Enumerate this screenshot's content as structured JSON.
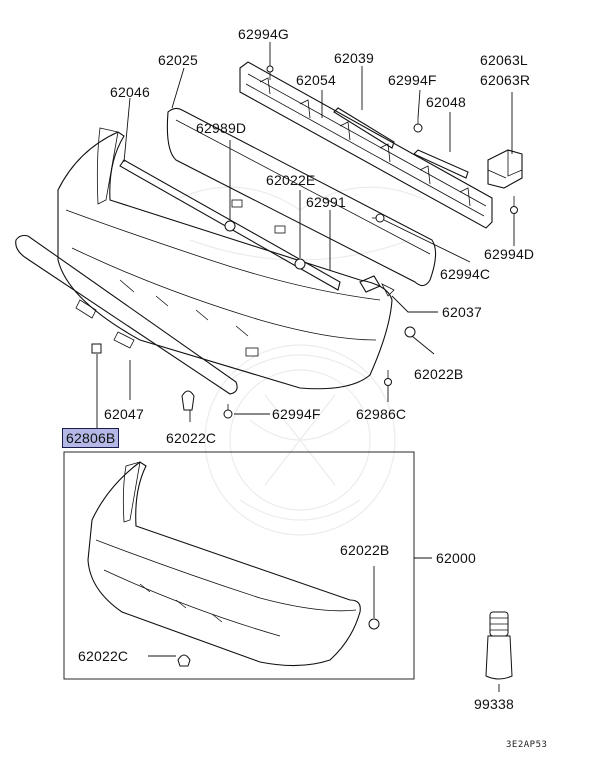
{
  "diagram": {
    "labels": {
      "l62994G": "62994G",
      "l62025": "62025",
      "l62039": "62039",
      "l62063L": "62063L",
      "l62063R": "62063R",
      "l62046": "62046",
      "l62054": "62054",
      "l62994F_top": "62994F",
      "l62048": "62048",
      "l62989D": "62989D",
      "l62022E": "62022E",
      "l62991": "62991",
      "l62994D": "62994D",
      "l62994C": "62994C",
      "l62037": "62037",
      "l62022B_top": "62022B",
      "l62047": "62047",
      "l62994F_bot": "62994F",
      "l62986C": "62986C",
      "l62806B": "62806B",
      "l62022C_top": "62022C",
      "l62022B_box": "62022B",
      "l62000": "62000",
      "l62022C_box": "62022C",
      "l99338": "99338"
    },
    "diagram_code": "3E2AP53",
    "highlight_color": "#b3b8e6"
  }
}
